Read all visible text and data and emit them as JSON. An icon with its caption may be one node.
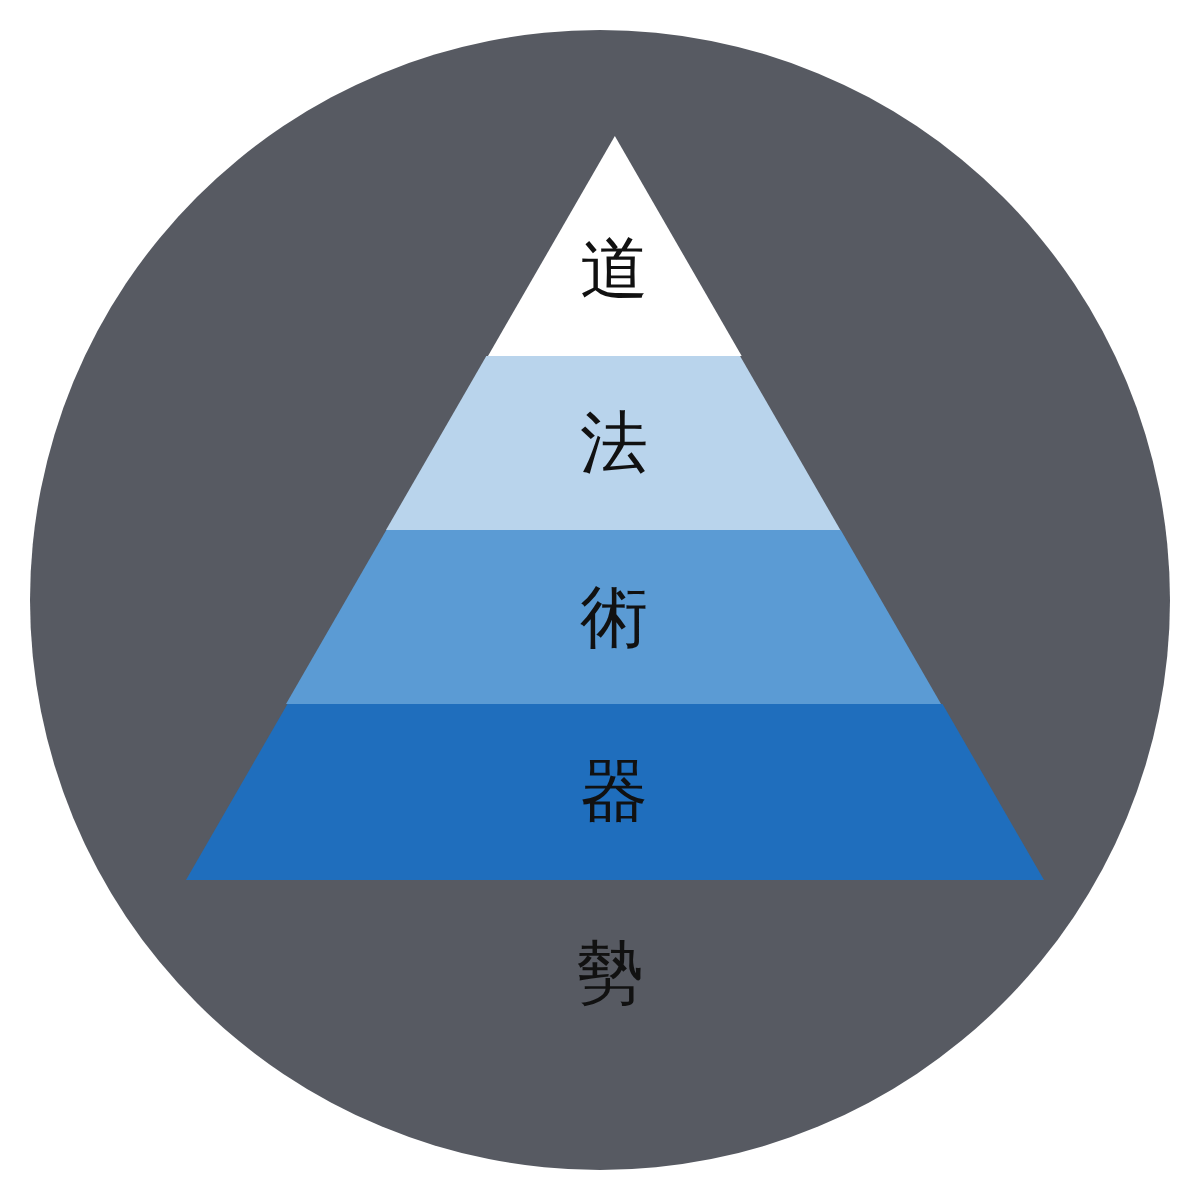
{
  "diagram": {
    "nodes": [
      {
        "text": [
          "勢"
        ]
      },
      {
        "text": [
          "道"
        ],
        "in": 0
      },
      {
        "text": [
          "法"
        ],
        "in": 0
      },
      {
        "text": [
          "術"
        ],
        "in": 0
      },
      {
        "text": [
          "器"
        ],
        "in": 0
      }
    ]
  }
}
